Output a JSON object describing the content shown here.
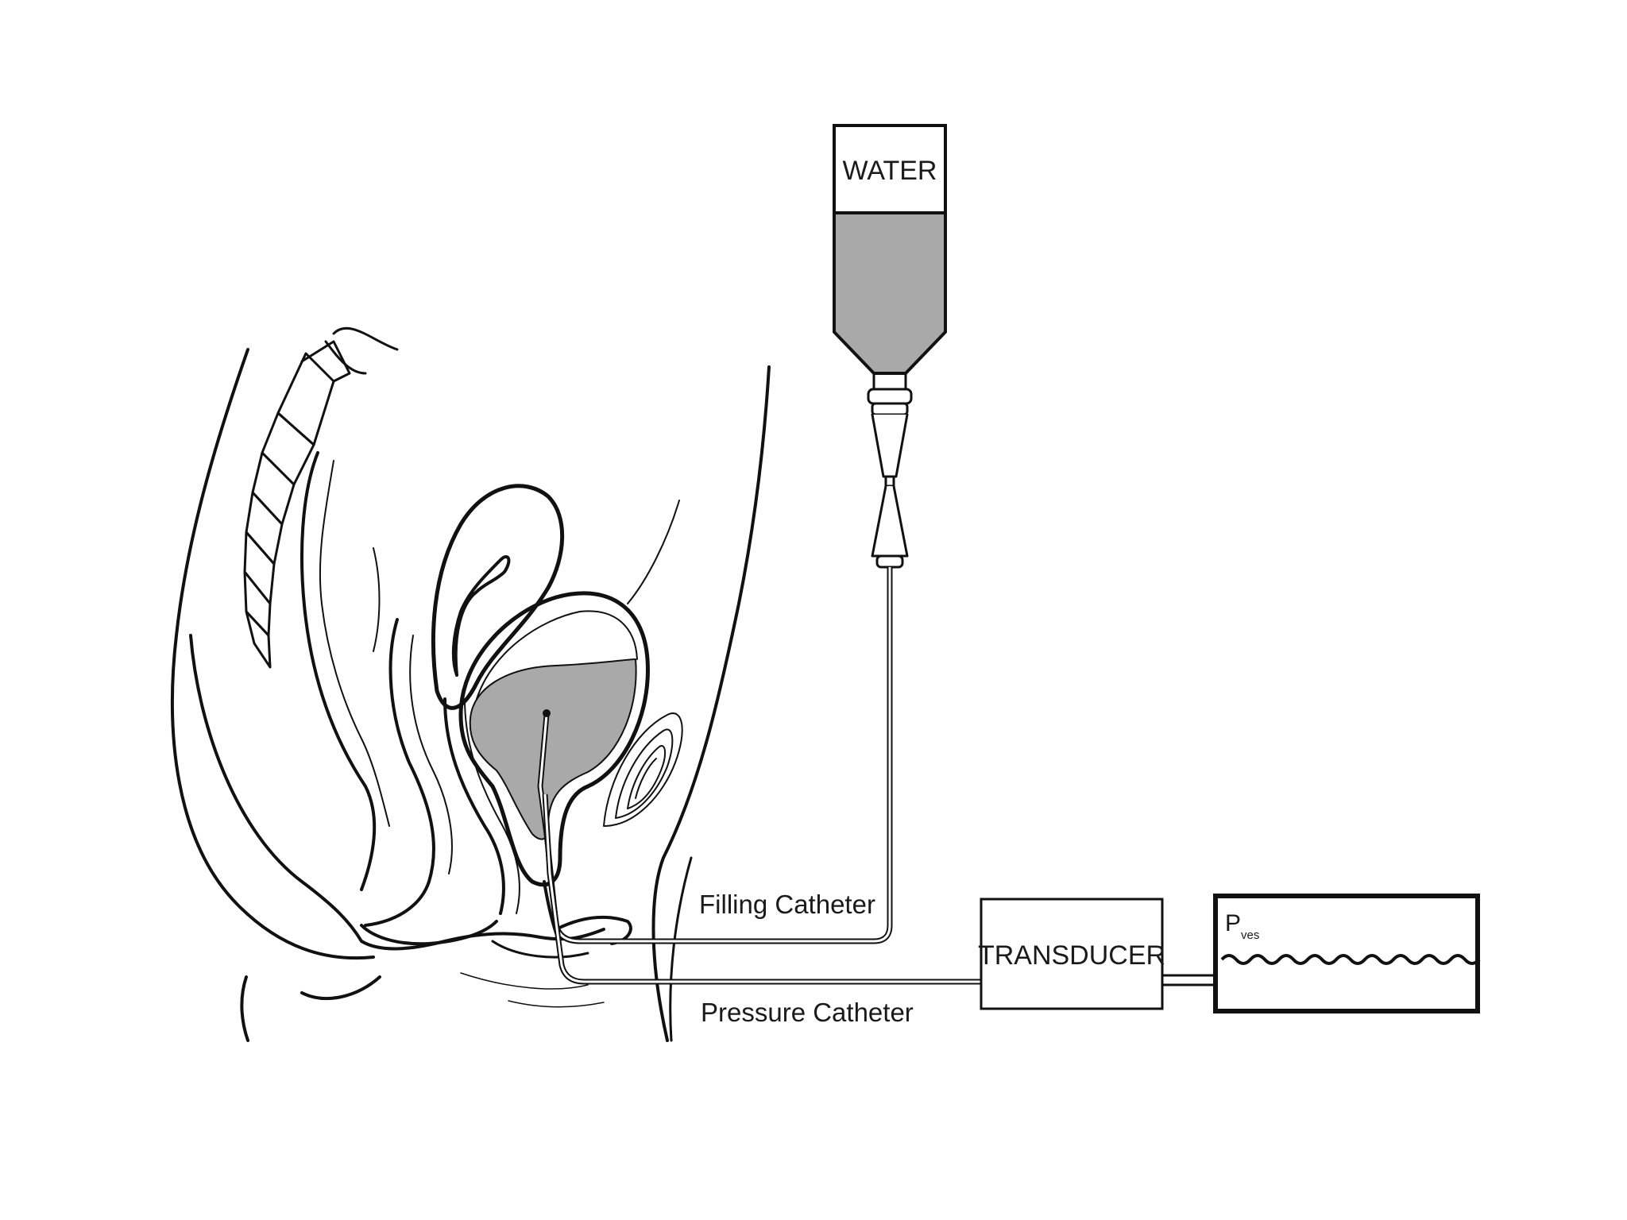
{
  "labels": {
    "water": "WATER",
    "transducer": "TRANSDUCER",
    "filling_catheter": "Filling Catheter",
    "pressure_catheter": "Pressure Catheter",
    "pves_main": "P",
    "pves_sub": "ves"
  },
  "colors": {
    "water_fill": "#a9a9a9",
    "ink": "#111111",
    "background": "#ffffff"
  }
}
